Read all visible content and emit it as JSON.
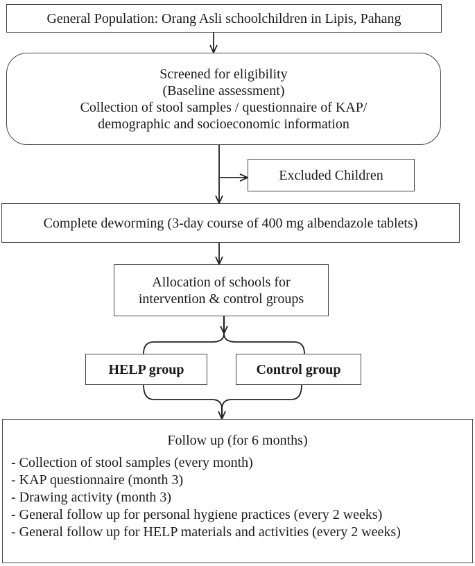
{
  "flowchart": {
    "population": "General Population: Orang Asli schoolchildren in Lipis, Pahang",
    "screening": {
      "lines": [
        "Screened for eligibility",
        "(Baseline assessment)",
        "Collection of stool samples / questionnaire of KAP/",
        "demographic and socioeconomic information"
      ]
    },
    "excluded": "Excluded Children",
    "deworming": "Complete deworming (3-day course of 400 mg albendazole tablets)",
    "allocation": {
      "lines": [
        "Allocation of schools for",
        "intervention & control groups"
      ]
    },
    "help_group": "HELP group",
    "control_group": "Control group",
    "followup": {
      "title": "Follow up (for 6 months)",
      "items": [
        "- Collection of stool samples (every month)",
        "- KAP questionnaire (month 3)",
        "- Drawing activity (month 3)",
        "- General follow up for personal hygiene practices (every 2 weeks)",
        "- General follow up for HELP materials and activities (every 2 weeks)"
      ]
    }
  }
}
